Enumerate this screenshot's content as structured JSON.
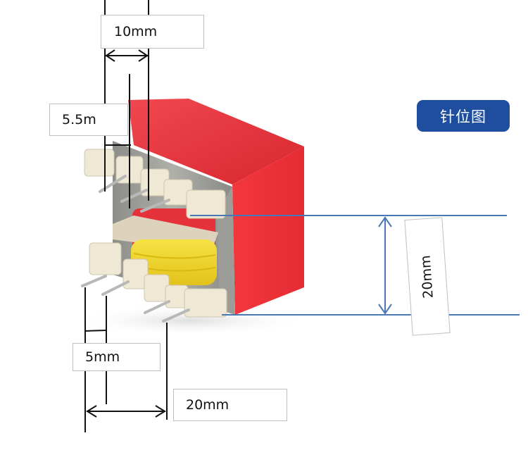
{
  "title": "Transformer pin dimensions",
  "pin_diagram_button": {
    "label": "针位图",
    "color": "#1f4e9e"
  },
  "dimensions": {
    "pin_row_width": "10mm",
    "pin_pitch_top": "5.5m",
    "pin_pitch_bottom": "5mm",
    "row_spacing": "20mm",
    "body_height": "20mm"
  },
  "colors": {
    "dimension_line": "#4a78b5",
    "leader_line": "#111111",
    "transformer_body": "#e8323a",
    "winding_yellow": "#f2d82a",
    "bobbin": "#ede6d3",
    "core": "#9a9a96"
  }
}
